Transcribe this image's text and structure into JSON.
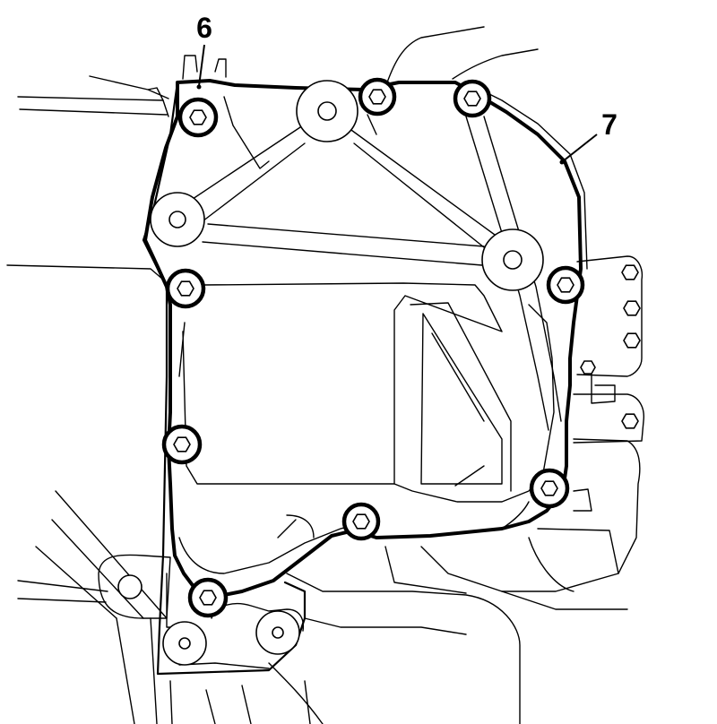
{
  "callouts": [
    {
      "id": "6",
      "label": "6"
    },
    {
      "id": "7",
      "label": "7"
    }
  ],
  "colors": {
    "line": "#000000",
    "background": "#ffffff"
  }
}
